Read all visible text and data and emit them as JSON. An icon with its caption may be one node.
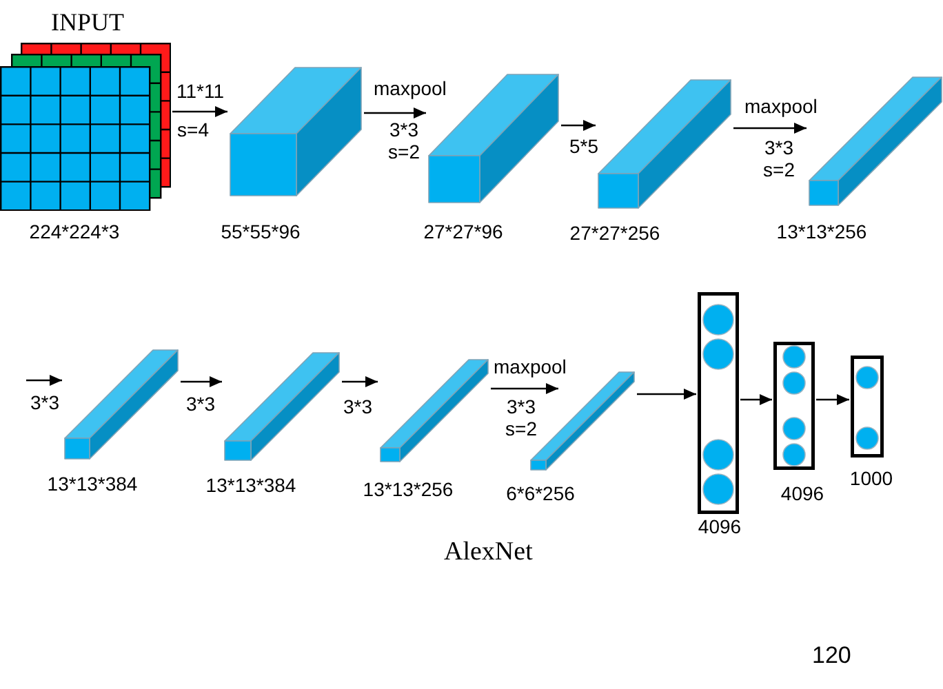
{
  "diagram": {
    "caption": "AlexNet",
    "nodes": [
      {
        "text": [
          "INPUT"
        ],
        "beside": [
          "224*224*3"
        ]
      },
      {
        "text": [],
        "shape": "cuboid",
        "beside": [
          "55*55*96"
        ]
      },
      {
        "text": [],
        "shape": "cuboid",
        "beside": [
          "27*27*96"
        ]
      },
      {
        "text": [],
        "shape": "cuboid",
        "beside": [
          "27*27*256"
        ]
      },
      {
        "text": [],
        "shape": "cuboid",
        "beside": [
          "13*13*256"
        ]
      },
      {
        "text": [],
        "shape": "cuboid",
        "beside": [
          "13*13*384"
        ]
      },
      {
        "text": [],
        "shape": "cuboid",
        "beside": [
          "13*13*384"
        ]
      },
      {
        "text": [],
        "shape": "cuboid",
        "beside": [
          "13*13*256"
        ]
      },
      {
        "text": [],
        "shape": "cuboid",
        "beside": [
          "6*6*256"
        ]
      },
      {
        "text": [],
        "shape": "box",
        "beside": [
          "4096"
        ]
      },
      {
        "text": [],
        "shape": "box",
        "beside": [
          "4096"
        ]
      },
      {
        "text": [],
        "shape": "box",
        "beside": [
          "1000"
        ]
      }
    ],
    "edges": [
      {
        "from": 0,
        "to": 1,
        "arrow": "to",
        "label": "11*11"
      },
      {
        "from": 1,
        "to": 2,
        "arrow": "to",
        "label": "maxpool"
      },
      {
        "from": 2,
        "to": 3,
        "arrow": "to",
        "label": "5*5"
      },
      {
        "from": 3,
        "to": 4,
        "arrow": "to",
        "label": "maxpool"
      },
      {
        "from": null,
        "to": 5,
        "arrow": "to",
        "label": "3*3"
      },
      {
        "from": 5,
        "to": 6,
        "arrow": "to",
        "label": "3*3"
      },
      {
        "from": 6,
        "to": 7,
        "arrow": "to",
        "label": "3*3"
      },
      {
        "from": 7,
        "to": 8,
        "arrow": "to",
        "label": "maxpool"
      },
      {
        "from": 8,
        "to": 9,
        "arrow": "to"
      },
      {
        "from": 9,
        "to": 10,
        "arrow": "to"
      },
      {
        "from": 10,
        "to": 11,
        "arrow": "to"
      }
    ],
    "labels": [
      "s=4",
      "3*3 s=2",
      "3*3 s=2",
      "3*3 s=2",
      "120"
    ]
  }
}
